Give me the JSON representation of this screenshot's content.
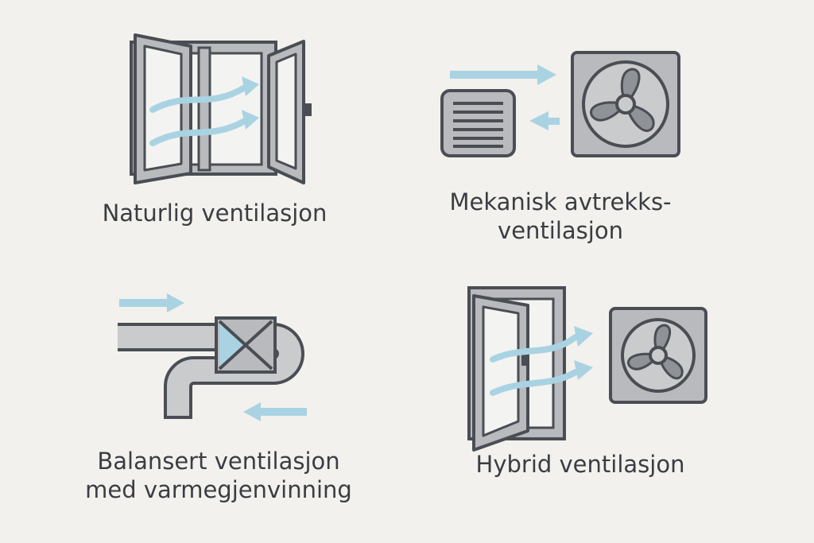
{
  "colors": {
    "background": "#f2f1ed",
    "stroke": "#4a4e54",
    "fill": "#b8babd",
    "fill_light": "#c9cbcd",
    "glass": "#f3f3f1",
    "airflow": "#a9d3e2",
    "heat_exchanger": "#a9d3e2",
    "text": "#3a3d42"
  },
  "icons": {
    "natural": [
      "open-window-icon",
      "airflow-arrow-icon"
    ],
    "mechanical": [
      "exhaust-fan-icon",
      "vent-grille-icon",
      "airflow-arrow-icon"
    ],
    "balanced": [
      "duct-icon",
      "heat-exchanger-icon",
      "airflow-arrow-icon"
    ],
    "hybrid": [
      "open-door-window-icon",
      "exhaust-fan-icon",
      "airflow-arrow-icon"
    ]
  },
  "labels": {
    "natural": "Naturlig ventilasjon",
    "mechanical_line1": "Mekanisk avtrekks-",
    "mechanical_line2": "ventilasjon",
    "balanced_line1": "Balansert ventilasjon",
    "balanced_line2": "med varmegjenvinning",
    "hybrid": "Hybrid ventilasjon"
  }
}
